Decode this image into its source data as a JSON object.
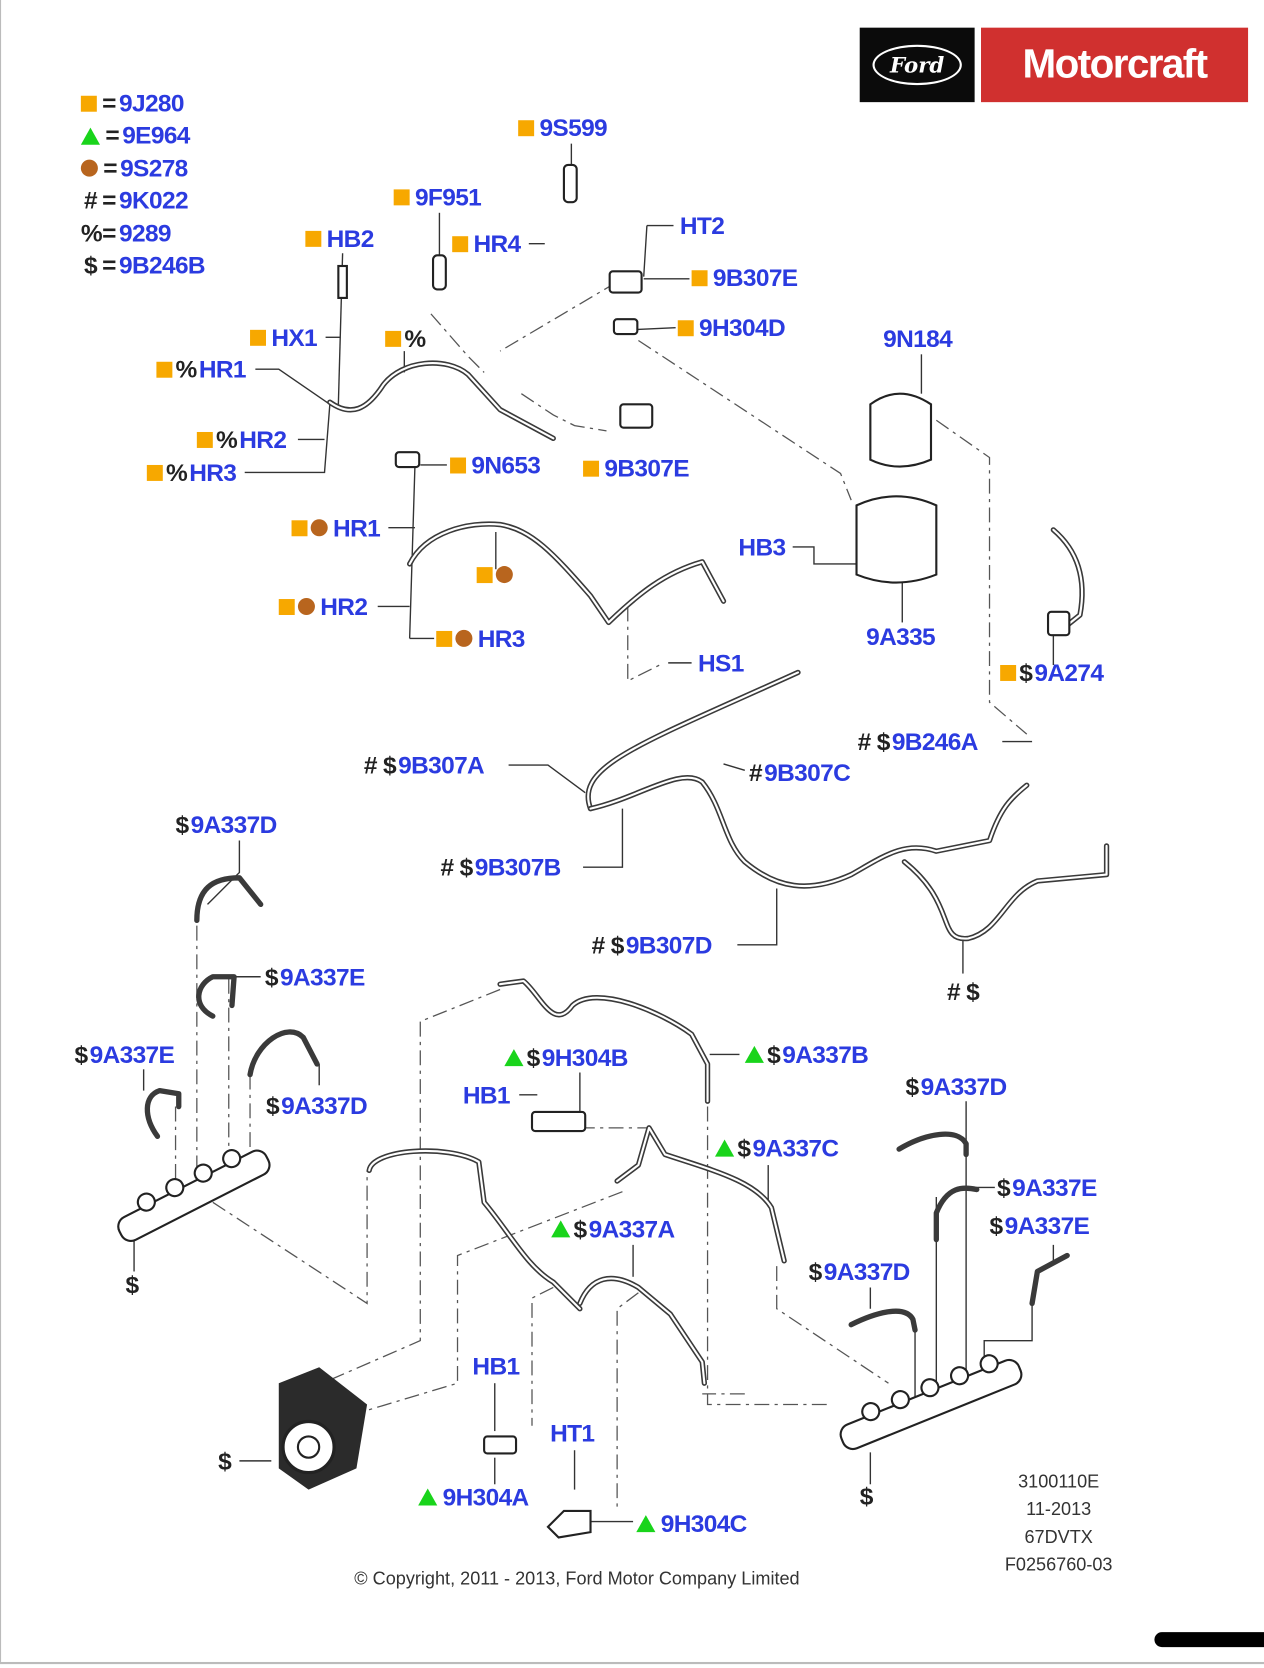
{
  "branding": {
    "ford_logo_text": "Ford",
    "motorcraft_logo_text": "Motorcraft"
  },
  "legend": [
    {
      "symbol": "square",
      "code": "9J280",
      "color": "#f7a800"
    },
    {
      "symbol": "triangle",
      "code": "9E964",
      "color": "#19d41b"
    },
    {
      "symbol": "circle",
      "code": "9S278",
      "color": "#b8651e"
    },
    {
      "symbol": "#",
      "code": "9K022"
    },
    {
      "symbol": "%",
      "code": "9289"
    },
    {
      "symbol": "$",
      "code": "9B246B"
    }
  ],
  "legend_equals": "=",
  "callouts": [
    {
      "markers": [
        "sq"
      ],
      "prefix": "",
      "code": "9S599"
    },
    {
      "markers": [
        "sq"
      ],
      "prefix": "",
      "code": "9F951"
    },
    {
      "markers": [
        "sq"
      ],
      "prefix": "",
      "code": "HB2"
    },
    {
      "markers": [
        "sq"
      ],
      "prefix": "",
      "code": "HR4"
    },
    {
      "markers": [],
      "prefix": "",
      "code": "HT2"
    },
    {
      "markers": [
        "sq"
      ],
      "prefix": "",
      "code": "9B307E"
    },
    {
      "markers": [
        "sq"
      ],
      "prefix": "",
      "code": "9H304D"
    },
    {
      "markers": [],
      "prefix": "",
      "code": "9N184"
    },
    {
      "markers": [
        "sq"
      ],
      "prefix": "",
      "code": "HX1"
    },
    {
      "markers": [
        "sq"
      ],
      "prefix": "%",
      "code": ""
    },
    {
      "markers": [
        "sq"
      ],
      "prefix": "%",
      "code": "HR1"
    },
    {
      "markers": [
        "sq"
      ],
      "prefix": "%",
      "code": "HR2"
    },
    {
      "markers": [
        "sq"
      ],
      "prefix": "%",
      "code": "HR3"
    },
    {
      "markers": [
        "sq"
      ],
      "prefix": "",
      "code": "9N653"
    },
    {
      "markers": [
        "sq"
      ],
      "prefix": "",
      "code": "9B307E"
    },
    {
      "markers": [
        "sq",
        "circ"
      ],
      "prefix": "",
      "code": "HR1"
    },
    {
      "markers": [],
      "prefix": "",
      "code": "HB3"
    },
    {
      "markers": [
        "sq",
        "circ"
      ],
      "prefix": "",
      "code": ""
    },
    {
      "markers": [
        "sq",
        "circ"
      ],
      "prefix": "",
      "code": "HR2"
    },
    {
      "markers": [
        "sq",
        "circ"
      ],
      "prefix": "",
      "code": "HR3"
    },
    {
      "markers": [],
      "prefix": "",
      "code": "9A335"
    },
    {
      "markers": [],
      "prefix": "",
      "code": "HS1"
    },
    {
      "markers": [
        "sq"
      ],
      "prefix": "$",
      "code": "9A274"
    },
    {
      "markers": [],
      "prefix": "# $",
      "code": "9B246A"
    },
    {
      "markers": [],
      "prefix": "# $",
      "code": "9B307A"
    },
    {
      "markers": [],
      "prefix": "#",
      "code": "9B307C"
    },
    {
      "markers": [],
      "prefix": "$",
      "code": "9A337D"
    },
    {
      "markers": [],
      "prefix": "# $",
      "code": "9B307B"
    },
    {
      "markers": [],
      "prefix": "# $",
      "code": "9B307D"
    },
    {
      "markers": [],
      "prefix": "$",
      "code": "9A337E"
    },
    {
      "markers": [],
      "prefix": "# $",
      "code": ""
    },
    {
      "markers": [],
      "prefix": "$",
      "code": "9A337E"
    },
    {
      "markers": [
        "tri"
      ],
      "prefix": "$",
      "code": "9H304B"
    },
    {
      "markers": [
        "tri"
      ],
      "prefix": "$",
      "code": "9A337B"
    },
    {
      "markers": [],
      "prefix": "$",
      "code": "9A337D"
    },
    {
      "markers": [],
      "prefix": "",
      "code": "HB1"
    },
    {
      "markers": [],
      "prefix": "$",
      "code": "9A337D"
    },
    {
      "markers": [
        "tri"
      ],
      "prefix": "$",
      "code": "9A337C"
    },
    {
      "markers": [],
      "prefix": "$",
      "code": "9A337E"
    },
    {
      "markers": [],
      "prefix": "$",
      "code": "9A337E"
    },
    {
      "markers": [
        "tri"
      ],
      "prefix": "$",
      "code": "9A337A"
    },
    {
      "markers": [],
      "prefix": "$",
      "code": ""
    },
    {
      "markers": [],
      "prefix": "$",
      "code": "9A337D"
    },
    {
      "markers": [],
      "prefix": "",
      "code": "HB1"
    },
    {
      "markers": [],
      "prefix": "",
      "code": "HT1"
    },
    {
      "markers": [],
      "prefix": "$",
      "code": ""
    },
    {
      "markers": [
        "tri"
      ],
      "prefix": "",
      "code": "9H304A"
    },
    {
      "markers": [],
      "prefix": "$",
      "code": ""
    },
    {
      "markers": [
        "tri"
      ],
      "prefix": "",
      "code": "9H304C"
    }
  ],
  "info": {
    "line1": "3100110E",
    "line2": "11-2013",
    "line3": "67DVTX",
    "line4": "F0256760-03"
  },
  "copyright": "© Copyright, 2011 - 2013, Ford Motor Company Limited"
}
